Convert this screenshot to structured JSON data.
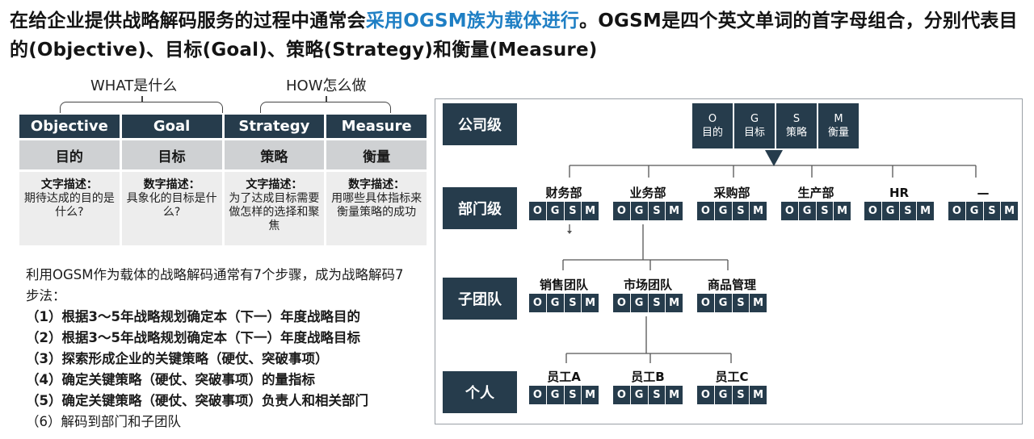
{
  "headline": {
    "part1": "在给企业提供战略解码服务的过程中通常会",
    "highlight": "采用OGSM族为载体进行",
    "part2": "。OGSM是四个英文单词的首字母组合，分别代表目的(Objective)、目标(Goal)、策略(Strategy)和衡量(Measure)"
  },
  "braces": {
    "what": "WHAT是什么",
    "how": "HOW怎么做"
  },
  "table": {
    "headers": [
      "Objective",
      "Goal",
      "Strategy",
      "Measure"
    ],
    "meanings": [
      "目的",
      "目标",
      "策略",
      "衡量"
    ],
    "descriptions": [
      {
        "title": "文字描述：",
        "text": "期待达成的目的是什么?"
      },
      {
        "title": "数字描述：",
        "text": "具象化的目标是什么?"
      },
      {
        "title": "文字描述：",
        "text": "为了达成目标需要做怎样的选择和聚焦"
      },
      {
        "title": "数字描述：",
        "text": "用哪些具体指标来衡量策略的成功"
      }
    ]
  },
  "steps": {
    "lead": "利用OGSM作为载体的战略解码通常有7个步骤，成为战略解码7步法：",
    "items": [
      "（1）根据3～5年战略规划确定本（下一）年度战略目的",
      "（2）根据3～5年战略规划确定本（下一）年度战略目标",
      "（3）探索形成企业的关键策略（硬仗、突破事项）",
      "（4）确定关键策略（硬仗、突破事项）的量指标",
      "（5）确定关键策略（硬仗、突破事项）负责人和相关部门",
      "（6）解码到部门和子团队"
    ]
  },
  "diagram": {
    "levels": [
      "公司级",
      "部门级",
      "子团队",
      "个人"
    ],
    "company_cells": [
      {
        "letter": "O",
        "label": "目的"
      },
      {
        "letter": "G",
        "label": "目标"
      },
      {
        "letter": "S",
        "label": "策略"
      },
      {
        "letter": "M",
        "label": "衡量"
      }
    ],
    "ogsm_letters": [
      "O",
      "G",
      "S",
      "M"
    ],
    "departments": [
      "财务部",
      "业务部",
      "采购部",
      "生产部",
      "HR",
      "—"
    ],
    "subteams": [
      "销售团队",
      "市场团队",
      "商品管理"
    ],
    "individuals": [
      "员工A",
      "员工B",
      "员工C"
    ]
  },
  "colors": {
    "dark": "#263c4c",
    "highlight": "#1f7fc4",
    "mid_gray": "#cfd1d3",
    "light_gray": "#ededed"
  }
}
